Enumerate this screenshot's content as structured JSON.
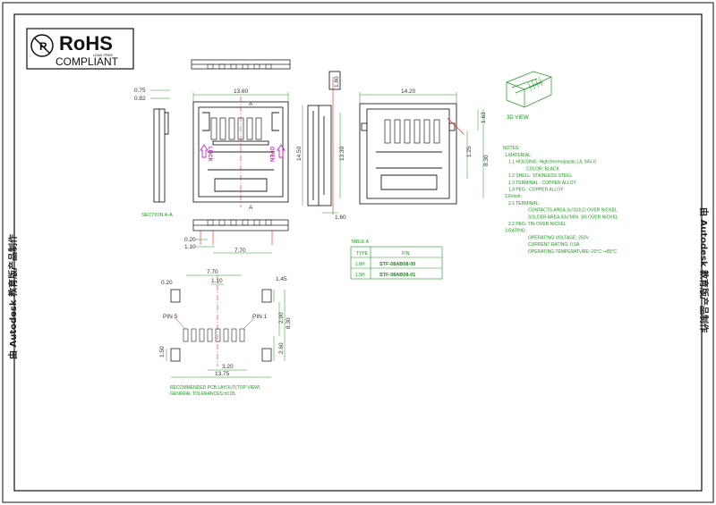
{
  "logo": {
    "brand": "RoHS",
    "subtitle": "COMPLIANT",
    "lead_free": "LEAD FREE"
  },
  "watermark": "由 Autodesk 教育版产品制作",
  "labels": {
    "lock": "LOCK",
    "open": "OPEN",
    "section": "SECTION A-A",
    "view3d": "3D VIEW",
    "pin5": "PIN 5",
    "pin1": "PIN 1",
    "a": "A",
    "footprint_title": "RECOMMENDED PCB LAYOUT(TOP VIEW)",
    "footprint_tol": "GENERAL TOLERANCES:±0.05"
  },
  "dims": {
    "d075": "0.75",
    "d082": "0.82",
    "d1360": "13.60",
    "d1420": "14.20",
    "d1450": "14.50",
    "d1330": "13.30",
    "d160": "1.60",
    "d020": "0.20",
    "d110": "1.10",
    "d770": "7.70",
    "d163": "1.63",
    "d125": "1.25",
    "d830": "8.30",
    "d180": "1.80",
    "d020b": "0.20",
    "d145": "1.45",
    "d290": "2.90",
    "d830b": "8.30",
    "d260": "2.60",
    "d150": "1.50",
    "d320": "3.20",
    "d1375": "13.75",
    "d110b": "1.10",
    "d770b": "7.70"
  },
  "notes": {
    "title": "NOTES:",
    "lines": [
      "1.MATERIAL:",
      "1.1 HOUSING: High thermoplastic,UL 94V-0",
      "COLOR: BLACK",
      "1.2 SHELL: STAINLESS STEEL",
      "1.3 TERMINAL : COPPER ALLOY",
      "1.4 PEG : COPPER ALLOY",
      "2.Finish:",
      "2.1 TERMINAL:",
      "CONTACTS AREA:3u\"GOLD OVER NICKEL",
      "SOLDER AREA:50u\"MIN. SN OVER NICKEL",
      "2.2 PEG: TIN OVER NICKEL",
      "3.RATING:",
      "OPERATING VOLTAGE: 250V",
      "CURRENT RATING: 0.5A",
      "OPERATING TEMPERATURE:-20°C~+85°C"
    ]
  },
  "table": {
    "title": "TABLE A",
    "headers": [
      "TYPE",
      "P/N"
    ],
    "rows": [
      [
        "1.8H",
        "STF-08AB08-00"
      ],
      [
        "1.5H",
        "STF-08AB08-01"
      ]
    ]
  },
  "colors": {
    "outline": "#222222",
    "dimension_green": "#1a9a1a",
    "center_red": "#e02020",
    "lock_magenta": "#d020d0"
  }
}
